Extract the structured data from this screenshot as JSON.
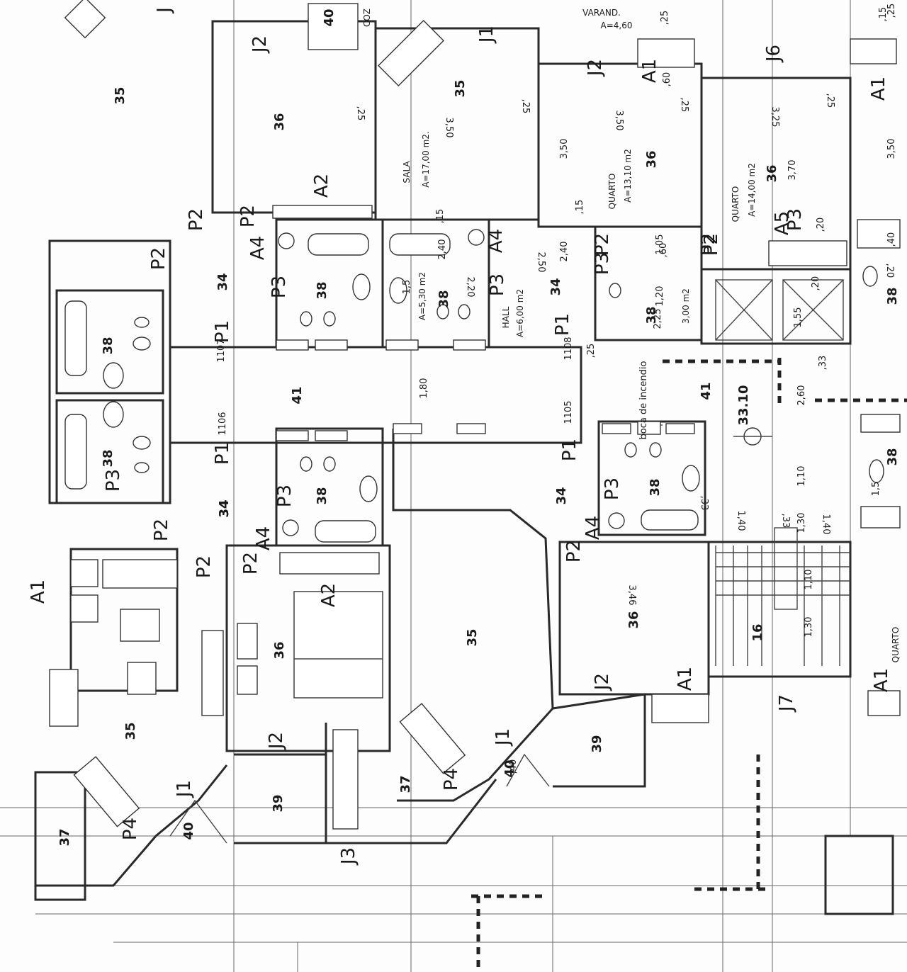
{
  "room_codes": [
    {
      "text": "J2"
    },
    {
      "text": "J1"
    },
    {
      "text": "J2"
    },
    {
      "text": "A1"
    },
    {
      "text": "J6"
    },
    {
      "text": "A1"
    },
    {
      "text": "A2"
    },
    {
      "text": "P2"
    },
    {
      "text": "P2"
    },
    {
      "text": "A4"
    },
    {
      "text": "P2"
    },
    {
      "text": "P3"
    },
    {
      "text": "P1"
    },
    {
      "text": "P3"
    },
    {
      "text": "A4"
    },
    {
      "text": "P3"
    },
    {
      "text": "P1"
    },
    {
      "text": "P2"
    },
    {
      "text": "P2"
    },
    {
      "text": "P3"
    },
    {
      "text": "A5"
    },
    {
      "text": "P2"
    },
    {
      "text": "P3"
    },
    {
      "text": "P1"
    },
    {
      "text": "P2"
    },
    {
      "text": "A4"
    },
    {
      "text": "P3"
    },
    {
      "text": "P2"
    },
    {
      "text": "P2"
    },
    {
      "text": "A2"
    },
    {
      "text": "P1"
    },
    {
      "text": "P3"
    },
    {
      "text": "A4"
    },
    {
      "text": "P2"
    },
    {
      "text": "J2"
    },
    {
      "text": "A1"
    },
    {
      "text": "J1"
    },
    {
      "text": "P4"
    },
    {
      "text": "J1"
    },
    {
      "text": "P4"
    },
    {
      "text": "J3"
    },
    {
      "text": "J2"
    },
    {
      "text": "J7"
    },
    {
      "text": "A1"
    },
    {
      "text": "A1"
    },
    {
      "text": "J"
    }
  ],
  "room_numbers": [
    {
      "text": "35"
    },
    {
      "text": "36"
    },
    {
      "text": "35"
    },
    {
      "text": "36"
    },
    {
      "text": "36"
    },
    {
      "text": "34"
    },
    {
      "text": "38"
    },
    {
      "text": "38"
    },
    {
      "text": "34"
    },
    {
      "text": "34"
    },
    {
      "text": "38"
    },
    {
      "text": "41"
    },
    {
      "text": "38"
    },
    {
      "text": "34"
    },
    {
      "text": "38"
    },
    {
      "text": "34"
    },
    {
      "text": "38"
    },
    {
      "text": "41"
    },
    {
      "text": "36"
    },
    {
      "text": "35"
    },
    {
      "text": "36"
    },
    {
      "text": "35"
    },
    {
      "text": "16"
    },
    {
      "text": "37"
    },
    {
      "text": "39"
    },
    {
      "text": "39"
    },
    {
      "text": "37"
    },
    {
      "text": "40"
    },
    {
      "text": "40"
    },
    {
      "text": "38"
    },
    {
      "text": "38"
    },
    {
      "text": "40"
    },
    {
      "text": "38"
    }
  ],
  "dimensions": [
    {
      "text": "3,50"
    },
    {
      "text": "3,50"
    },
    {
      "text": "3,25"
    },
    {
      "text": "3,50"
    },
    {
      "text": "3,50"
    },
    {
      "text": "3,70"
    },
    {
      "text": "2,40"
    },
    {
      "text": "2,50"
    },
    {
      "text": "2,40"
    },
    {
      "text": "2,20"
    },
    {
      "text": "1,05"
    },
    {
      "text": "1,20"
    },
    {
      "text": "2,25"
    },
    {
      "text": "1,55"
    },
    {
      "text": "1,80"
    },
    {
      "text": "2,60"
    },
    {
      "text": "1,10"
    },
    {
      "text": "1,30"
    },
    {
      "text": "1,40"
    },
    {
      "text": "1,40"
    },
    {
      "text": "1,30"
    },
    {
      "text": "1,10"
    },
    {
      "text": "3,46"
    },
    {
      "text": ",25"
    },
    {
      "text": ",25"
    },
    {
      "text": ",25"
    },
    {
      "text": ",25"
    },
    {
      "text": ",25"
    },
    {
      "text": ",25"
    },
    {
      "text": ",15"
    },
    {
      "text": ",15"
    },
    {
      "text": ",15"
    },
    {
      "text": ",60"
    },
    {
      "text": ",60"
    },
    {
      "text": ",20"
    },
    {
      "text": ",20"
    },
    {
      "text": ",33"
    },
    {
      "text": ",33"
    },
    {
      "text": ",33"
    },
    {
      "text": "1,5"
    },
    {
      "text": "1,5"
    },
    {
      "text": ",40"
    },
    {
      "text": ",20"
    },
    {
      "text": ",40"
    },
    {
      "text": ",25"
    }
  ],
  "room_areas": [
    {
      "text": "SALA"
    },
    {
      "text": "A=17,00 m2."
    },
    {
      "text": "QUARTO"
    },
    {
      "text": "A=13,10 m2"
    },
    {
      "text": "QUARTO"
    },
    {
      "text": "A=14,00 m2"
    },
    {
      "text": "HALL"
    },
    {
      "text": "A=6,00 m2"
    },
    {
      "text": "A=5,30 m2"
    },
    {
      "text": "3,00 m2"
    },
    {
      "text": "VARAND."
    },
    {
      "text": "A=4,60"
    },
    {
      "text": "COZ"
    },
    {
      "text": "QUARTO"
    }
  ],
  "apartment_numbers": [
    {
      "text": "1107"
    },
    {
      "text": "1108"
    },
    {
      "text": "1106"
    },
    {
      "text": "1105"
    }
  ],
  "annotations": {
    "hydrant": "boca de incendio",
    "level": "33.10"
  },
  "colors": {
    "ink": "#1a1a1a",
    "paper": "#fdfdfd"
  }
}
